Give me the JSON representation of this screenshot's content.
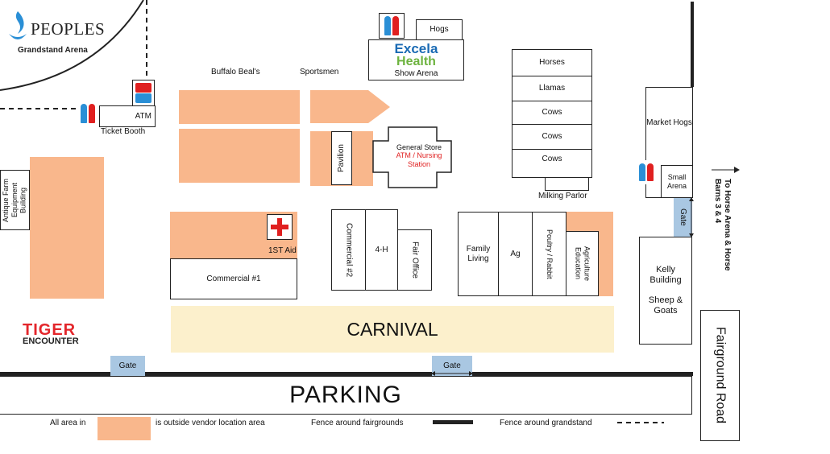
{
  "brand": {
    "name": "PEOPLES",
    "sub": "Grandstand Arena"
  },
  "logos": {
    "tiger_top": "TIGER",
    "tiger_bottom": "ENCOUNTER",
    "excela_top": "Excela",
    "excela_bottom": "Health"
  },
  "labels": {
    "atm": "ATM",
    "ticket_booth": "Ticket Booth",
    "buffalo": "Buffalo Beal's",
    "sportsmen": "Sportsmen",
    "hogs": "Hogs",
    "show_arena": "Show Arena",
    "pavilion": "Pavilion",
    "general_store": "General Store",
    "atm_nursing": "ATM / Nursing Station",
    "horses": "Horses",
    "llamas": "Llamas",
    "cows1": "Cows",
    "cows2": "Cows",
    "cows3": "Cows",
    "milking": "Milking Parlor",
    "market_hogs": "Market Hogs",
    "small_arena": "Small Arena",
    "gate_side": "Gate",
    "to_horse": "To Horse Arena & Horse Barns 3 & 4",
    "antique": "Antique Farm Equipment Building",
    "first_aid": "1ST Aid",
    "commercial1": "Commercial #1",
    "commercial2": "Commercial #2",
    "fourh": "4-H",
    "fair_office": "Fair Office",
    "family_living": "Family Living",
    "ag": "Ag",
    "poultry": "Poultry / Rabbit",
    "ag_edu": "Agriculture Education",
    "kelly": "Kelly Building",
    "sheep": "Sheep & Goats",
    "carnival": "CARNIVAL",
    "gate1": "Gate",
    "gate2": "Gate",
    "parking": "PARKING",
    "fairground_road": "Fairground Road"
  },
  "legend": {
    "all_area": "All area in",
    "outside_vendor": "is outside vendor location area",
    "fence_fair": "Fence around fairgrounds",
    "fence_grand": "Fence around grandstand"
  },
  "colors": {
    "vendor": "#f9b78c",
    "carnival": "#fcf0cc",
    "gate": "#a9c7e2",
    "first_aid_red": "#e02020",
    "tiger_red": "#e3262b",
    "excela_blue": "#1b6bb4",
    "excela_green": "#6db33f",
    "peoples_blue": "#2a8fd6",
    "restroom_male": "#2a8fd6",
    "restroom_female": "#e02020"
  },
  "icons": [
    "flame-logo-icon",
    "restroom-icon",
    "first-aid-cross-icon",
    "arrow-right-icon"
  ]
}
